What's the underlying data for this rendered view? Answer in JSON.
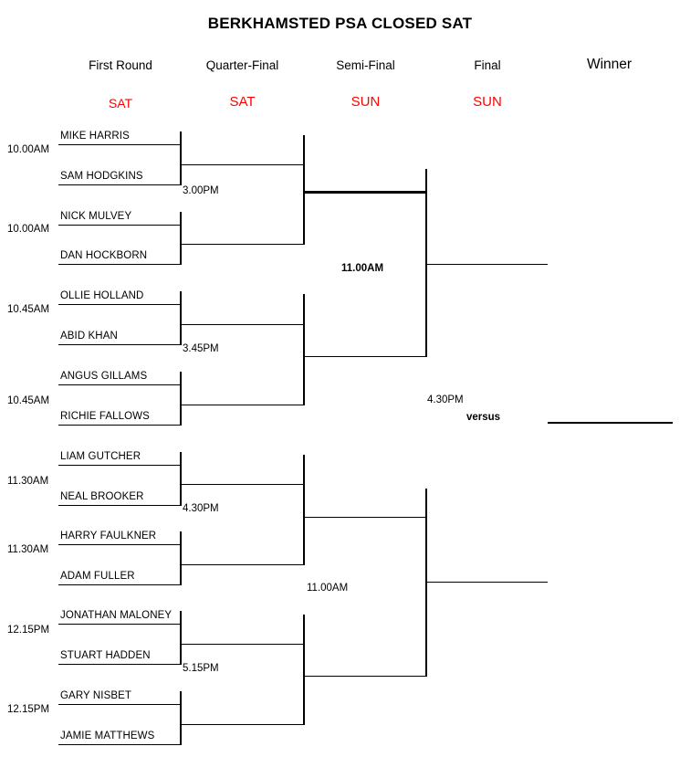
{
  "title": "BERKHAMSTED PSA CLOSED SAT",
  "columns": [
    {
      "label": "First Round",
      "day": "SAT"
    },
    {
      "label": "Quarter-Final",
      "day": "SAT"
    },
    {
      "label": "Semi-Final",
      "day": "SUN"
    },
    {
      "label": "Final",
      "day": "SUN"
    },
    {
      "label": "Winner",
      "day": ""
    }
  ],
  "colors": {
    "day_text": "#FF0000",
    "line": "#000000",
    "text": "#000000",
    "background": "#FFFFFF"
  },
  "first_round": {
    "match_times": [
      "10.00AM",
      "10.00AM",
      "10.45AM",
      "10.45AM",
      "11.30AM",
      "11.30AM",
      "12.15PM",
      "12.15PM"
    ],
    "players": [
      "MIKE HARRIS",
      "SAM HODGKINS",
      "NICK MULVEY",
      "DAN HOCKBORN",
      "OLLIE HOLLAND",
      "ABID KHAN",
      "ANGUS GILLAMS",
      "RICHIE FALLOWS",
      "LIAM GUTCHER",
      "NEAL BROOKER",
      "HARRY FAULKNER",
      "ADAM FULLER",
      "JONATHAN MALONEY",
      "STUART HADDEN",
      "GARY NISBET",
      "JAMIE MATTHEWS"
    ]
  },
  "quarter_final": {
    "times": [
      "3.00PM",
      "3.45PM",
      "4.30PM",
      "5.15PM"
    ]
  },
  "semi_final": {
    "times": [
      "11.00AM",
      "11.00AM"
    ]
  },
  "final": {
    "time": "4.30PM",
    "versus": "versus"
  }
}
